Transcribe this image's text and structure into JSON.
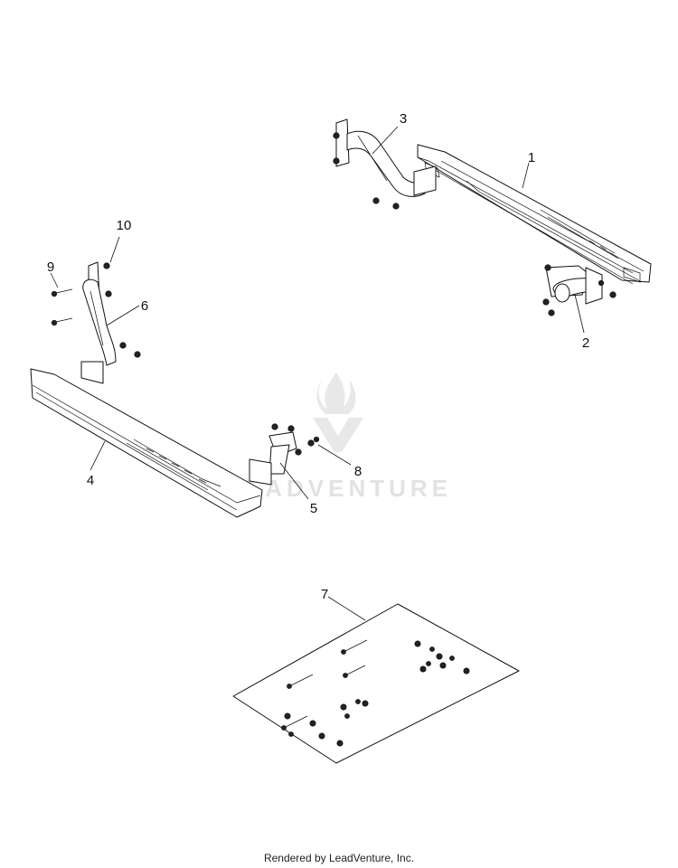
{
  "callouts": {
    "c1": "1",
    "c2": "2",
    "c3": "3",
    "c4": "4",
    "c5": "5",
    "c6": "6",
    "c7": "7",
    "c8": "8",
    "c9": "9",
    "c10": "10"
  },
  "watermark": "LEADVENTURE",
  "footer": "Rendered by LeadVenture, Inc."
}
